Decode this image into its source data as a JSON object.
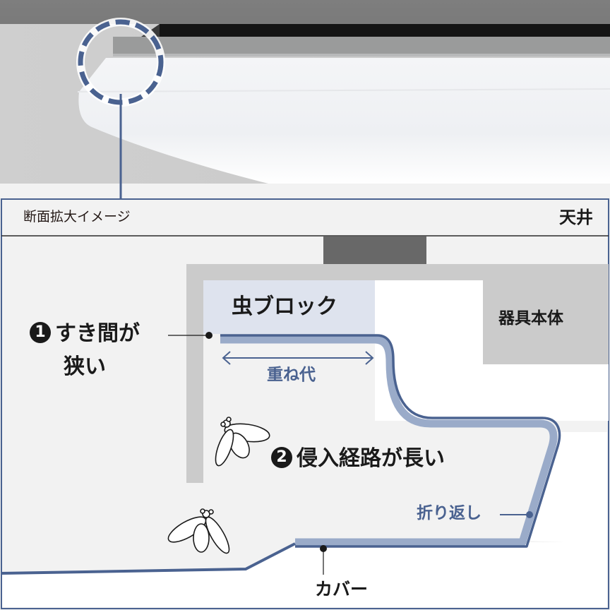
{
  "colors": {
    "accent_blue": "#4a6290",
    "cover_light_blue": "#9aabc9",
    "insect_block_fill": "#dee3ee",
    "body_gray": "#cbcbcb",
    "dark_gray": "#686868",
    "background": "#f2f2f2"
  },
  "photo": {
    "description": "ceiling-light-photo",
    "zoom_circle": "dashed-circle-callout"
  },
  "panel": {
    "title": "断面拡大イメージ",
    "ceiling_label": "天井"
  },
  "labels": {
    "insect_block": "虫ブロック",
    "fixture_body": "器具本体",
    "overlap": "重ね代",
    "fold_back": "折り返し",
    "cover": "カバー"
  },
  "points": [
    {
      "number": "1",
      "line1": "すき間が",
      "line2": "狭い"
    },
    {
      "number": "2",
      "line1": "侵入経路が長い"
    }
  ],
  "icons": [
    "insect-icon",
    "insect-icon"
  ]
}
